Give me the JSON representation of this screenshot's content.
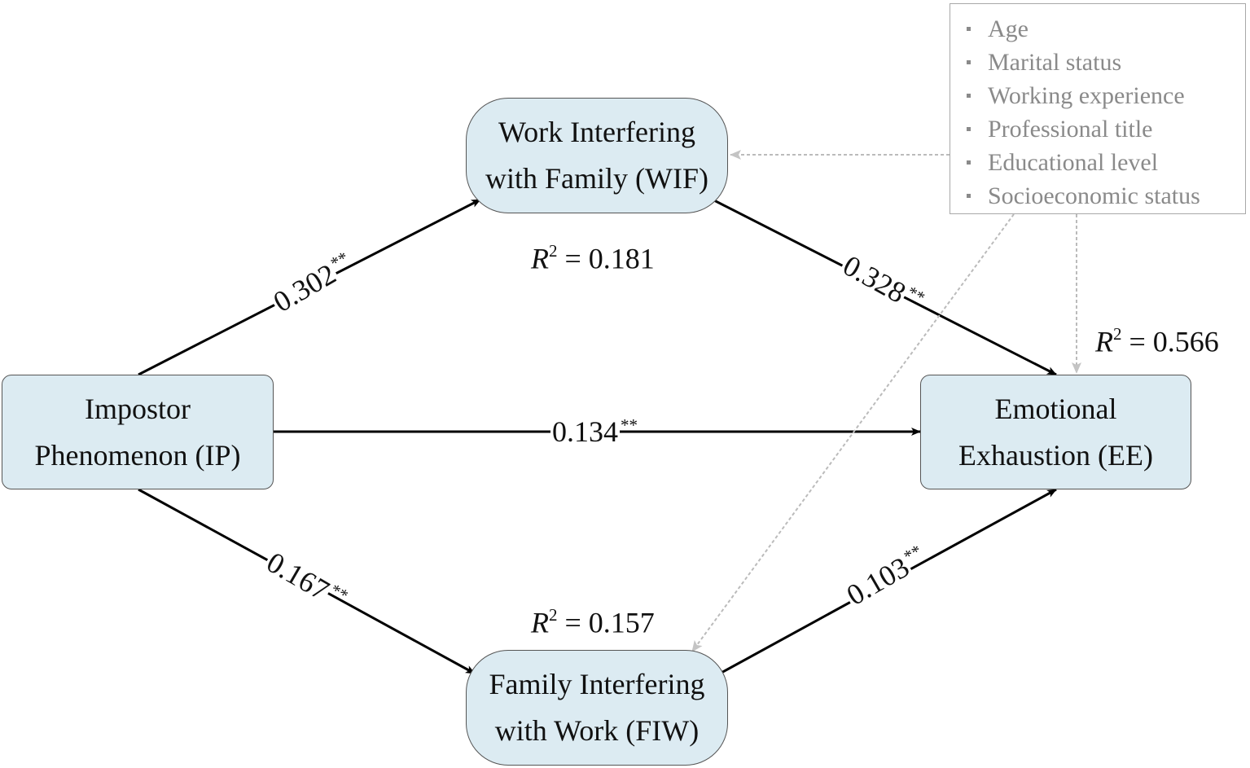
{
  "nodes": {
    "ip": {
      "lines": [
        "Impostor",
        "Phenomenon (IP)"
      ]
    },
    "wif": {
      "lines": [
        "Work Interfering",
        "with Family (WIF)"
      ]
    },
    "fiw": {
      "lines": [
        "Family Interfering",
        "with Work (FIW)"
      ]
    },
    "ee": {
      "lines": [
        "Emotional",
        "Exhaustion (EE)"
      ]
    }
  },
  "paths": [
    {
      "from": "ip",
      "to": "wif",
      "coefficient": "0.302",
      "significance": "**"
    },
    {
      "from": "wif",
      "to": "ee",
      "coefficient": "0.328",
      "significance": "**"
    },
    {
      "from": "ip",
      "to": "ee",
      "coefficient": "0.134",
      "significance": "**"
    },
    {
      "from": "ip",
      "to": "fiw",
      "coefficient": "0.167",
      "significance": "**"
    },
    {
      "from": "fiw",
      "to": "ee",
      "coefficient": "0.103",
      "significance": "**"
    }
  ],
  "r_squared": {
    "symbol": "R",
    "exponent": "2",
    "wif": "= 0.181",
    "fiw": "= 0.157",
    "ee": "= 0.566"
  },
  "controls": {
    "items": [
      "Age",
      "Marital status",
      "Working experience",
      "Professional title",
      "Educational level",
      "Socioeconomic status"
    ],
    "targets": [
      "wif",
      "ee",
      "fiw"
    ]
  },
  "colors": {
    "node_fill": "#dcebf2",
    "node_border": "#555555",
    "arrow": "#000000",
    "control_text": "#8a8a8a",
    "control_arrow": "#bbbbbb"
  }
}
